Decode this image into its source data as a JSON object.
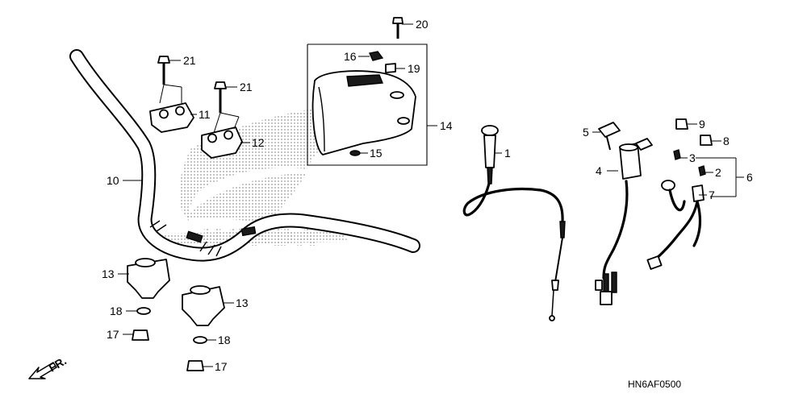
{
  "diagram_code": "HN6AF0500",
  "direction_label": "FR.",
  "callouts": [
    "1",
    "2",
    "3",
    "4",
    "5",
    "6",
    "7",
    "8",
    "9",
    "10",
    "11",
    "12",
    "13",
    "14",
    "15",
    "16",
    "17",
    "18",
    "19",
    "20",
    "21"
  ],
  "icons": {
    "logo": "honda-wing-logo-watermark",
    "arrow": "front-direction-arrow"
  }
}
